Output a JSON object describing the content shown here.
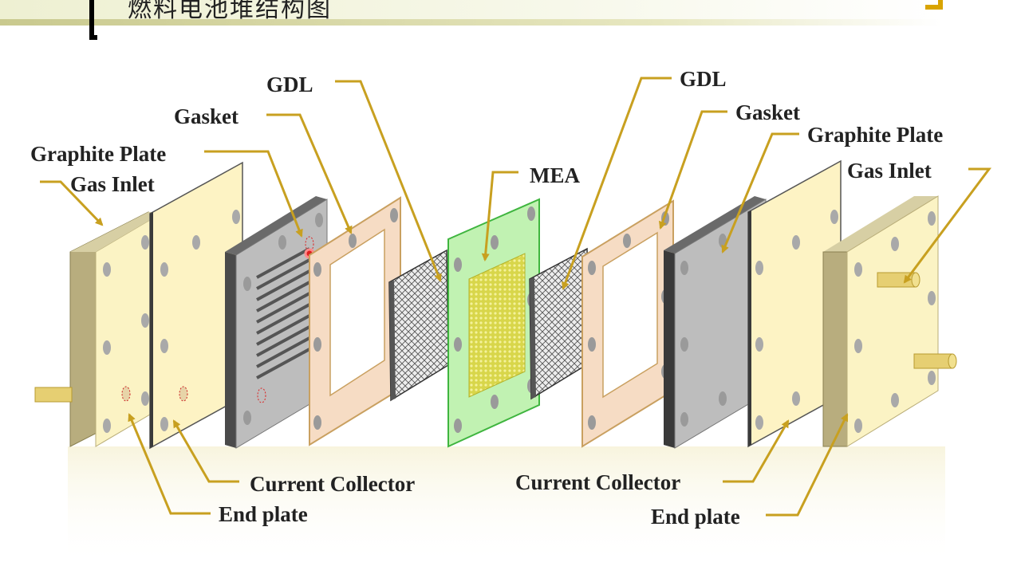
{
  "title": {
    "text": "燃料电池堆结构图"
  },
  "labels": {
    "gdl_left": "GDL",
    "gasket_left": "Gasket",
    "graphite_plate_left": "Graphite Plate",
    "gas_inlet_left": "Gas Inlet",
    "mea": "MEA",
    "gdl_right": "GDL",
    "gasket_right": "Gasket",
    "graphite_plate_right": "Graphite Plate",
    "gas_inlet_right": "Gas Inlet",
    "current_collector_left": "Current Collector",
    "end_plate_left": "End plate",
    "current_collector_right": "Current Collector",
    "end_plate_right": "End plate"
  },
  "colors": {
    "leader_line": "#c8a020",
    "end_plate_face": "#fbf3c4",
    "current_collector_face": "#fdf3c4",
    "graphite_plate_face": "#bdbdbd",
    "gasket_frame": "#f6dcc4",
    "gdl_mesh": "#e2e2e2",
    "mea_membrane": "#b6f0a4",
    "mea_catalyst": "#e8e35a"
  }
}
